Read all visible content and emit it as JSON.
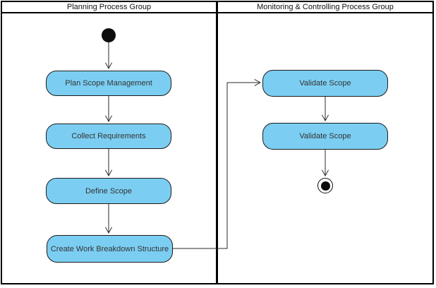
{
  "diagram": {
    "type": "uml-activity-swimlane",
    "lanes": [
      {
        "title": "Planning Process Group"
      },
      {
        "title": "Monitoring & Controlling Process Group"
      }
    ],
    "activities": [
      {
        "label": "Plan Scope Management",
        "lane": "Planning Process Group"
      },
      {
        "label": "Collect Requirements",
        "lane": "Planning Process Group"
      },
      {
        "label": "Define Scope",
        "lane": "Planning Process Group"
      },
      {
        "label": "Create Work Breakdown Structure",
        "lane": "Planning Process Group"
      },
      {
        "label": "Validate Scope",
        "lane": "Monitoring & Controlling Process Group"
      },
      {
        "label": "Validate Scope",
        "lane": "Monitoring & Controlling Process Group"
      }
    ],
    "icons": {
      "initial_node": "filled-circle",
      "final_node": "bullseye-circle",
      "arrowhead": "open-v"
    },
    "colors": {
      "activity_fill": "#7BCEF2",
      "activity_border": "#1b1b1b",
      "frame": "#000000",
      "line": "#2a2a2a"
    }
  }
}
